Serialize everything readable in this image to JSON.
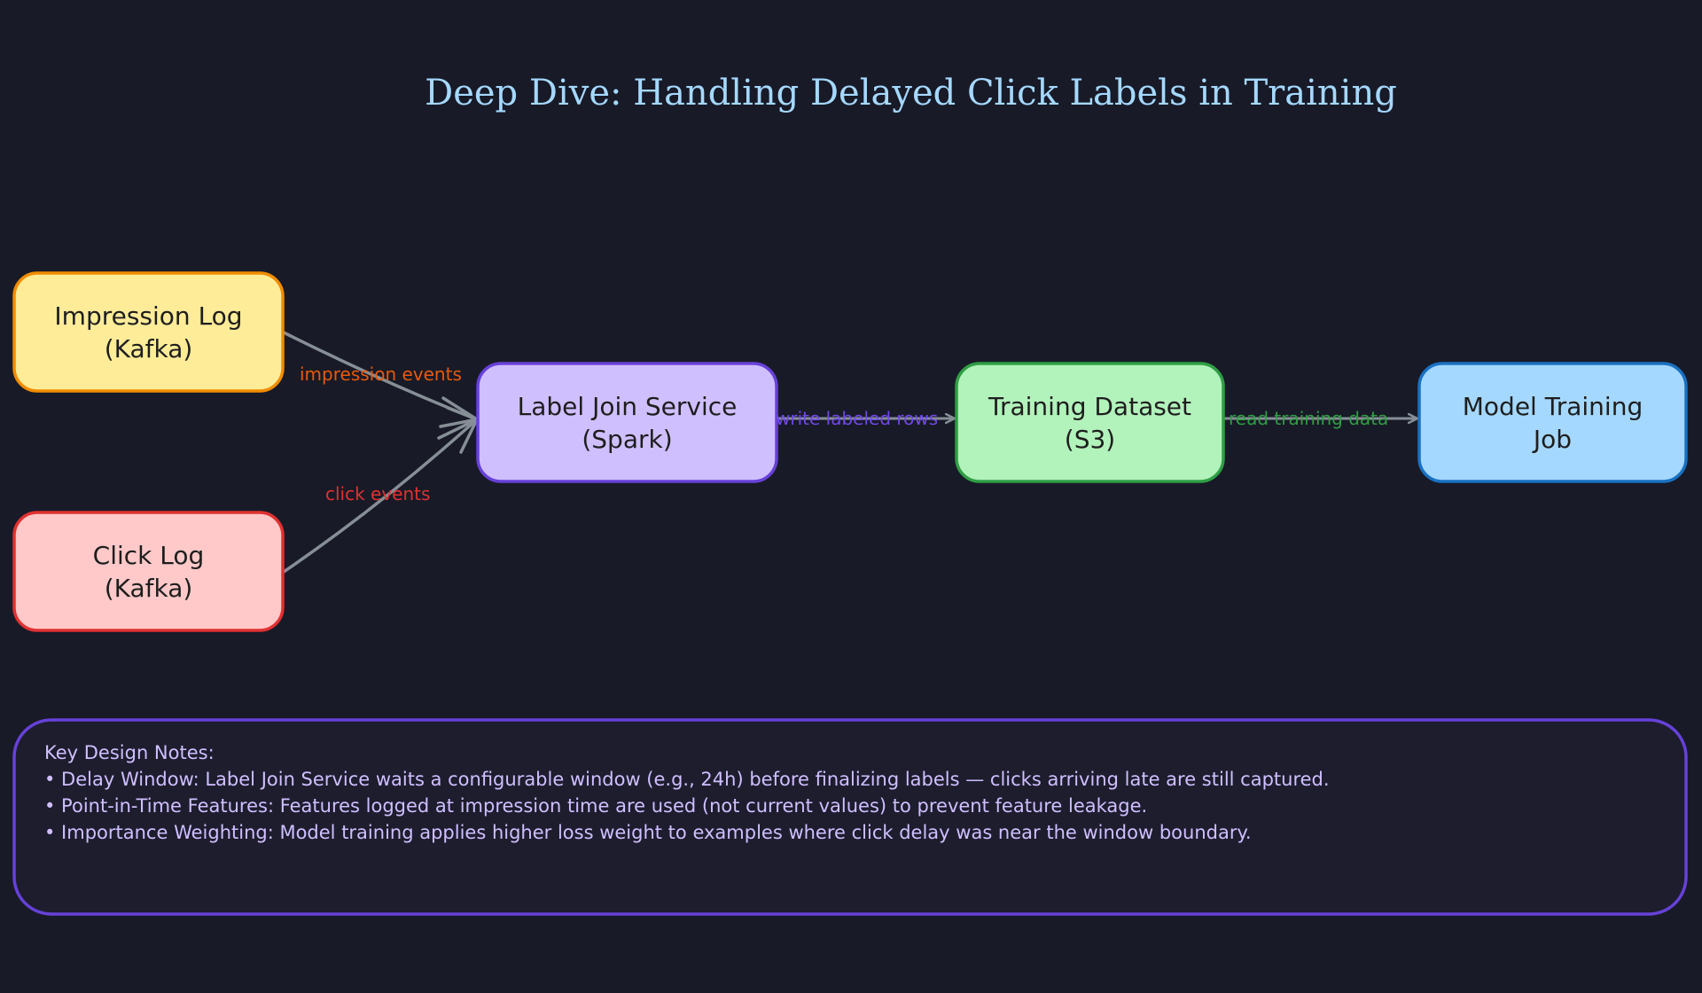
{
  "title": "Deep Dive: Handling Delayed Click Labels in Training",
  "colors": {
    "background": "#181a27",
    "title": "#a5d8ff",
    "arrow": "#868e96",
    "impression_fill": "#ffec99",
    "impression_stroke": "#f08c00",
    "click_fill": "#ffc9c9",
    "click_stroke": "#e03131",
    "join_fill": "#d0bfff",
    "join_stroke": "#6741d9",
    "dataset_fill": "#b2f2bb",
    "dataset_stroke": "#2f9e44",
    "training_fill": "#a5d8ff",
    "training_stroke": "#1971c2",
    "notes_stroke": "#6741d9",
    "notes_text": "#d0bfff"
  },
  "nodes": {
    "impression_log": {
      "line1": "Impression Log",
      "line2": "(Kafka)"
    },
    "click_log": {
      "line1": "Click Log",
      "line2": "(Kafka)"
    },
    "label_join": {
      "line1": "Label Join Service",
      "line2": "(Spark)"
    },
    "training_dataset": {
      "line1": "Training Dataset",
      "line2": "(S3)"
    },
    "model_training": {
      "line1": "Model Training",
      "line2": "Job"
    }
  },
  "edges": {
    "impression_events": {
      "label": "impression events",
      "color": "#e8590c"
    },
    "click_events": {
      "label": "click events",
      "color": "#e03131"
    },
    "write_labeled_rows": {
      "label": "write labeled rows",
      "color": "#7048e8"
    },
    "read_training_data": {
      "label": "read training data",
      "color": "#2f9e44"
    }
  },
  "notes": {
    "heading": "Key Design Notes:",
    "items": [
      "• Delay Window: Label Join Service waits a configurable window (e.g., 24h) before finalizing labels — clicks arriving late are still captured.",
      "• Point-in-Time Features: Features logged at impression time are used (not current values) to prevent feature leakage.",
      "• Importance Weighting: Model training applies higher loss weight to examples where click delay was near the window boundary."
    ]
  }
}
